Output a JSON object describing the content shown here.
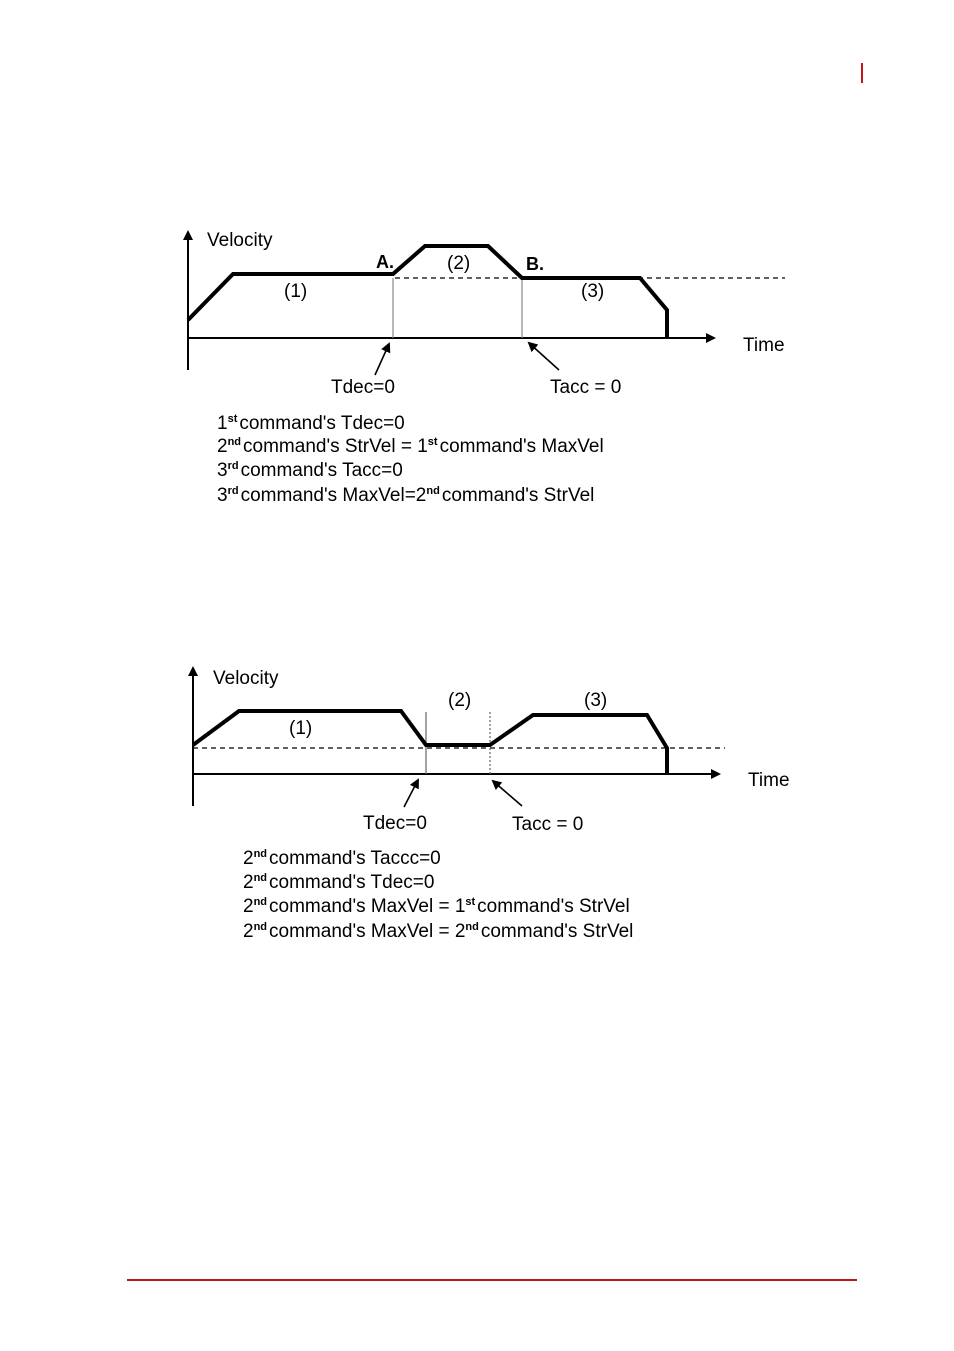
{
  "colors": {
    "accent": "#c0161b",
    "ink": "#000000"
  },
  "diagram1": {
    "y_axis_label": "Velocity",
    "x_axis_label": "Time",
    "segments": [
      "(1)",
      "(2)",
      "(3)"
    ],
    "point_a": "A.",
    "point_b": "B.",
    "tdec_label": "Tdec=0",
    "tacc_label": "Tacc = 0",
    "notes": [
      {
        "n": "1",
        "sup": "st",
        "text": "command's Tdec=0"
      },
      {
        "n": "2",
        "sup": "nd",
        "text": "command's StrVel = 1",
        "sup2": "st",
        "text2": "command's MaxVel"
      },
      {
        "n": "3",
        "sup": "rd",
        "text": "command's Tacc=0"
      },
      {
        "n": "3",
        "sup": "rd",
        "text": "command's MaxVel=2",
        "sup2": "nd",
        "text2": "command's StrVel"
      }
    ]
  },
  "diagram2": {
    "y_axis_label": "Velocity",
    "x_axis_label": "Time",
    "segments": [
      "(1)",
      "(2)",
      "(3)"
    ],
    "tdec_label": "Tdec=0",
    "tacc_label": "Tacc = 0",
    "notes": [
      {
        "n": "2",
        "sup": "nd",
        "text": "command's Taccc=0"
      },
      {
        "n": "2",
        "sup": "nd",
        "text": "command's Tdec=0"
      },
      {
        "n": "2",
        "sup": "nd",
        "text": "command's MaxVel = 1",
        "sup2": "st",
        "text2": "command's StrVel"
      },
      {
        "n": "2",
        "sup": "nd",
        "text": "command's MaxVel = 2",
        "sup2": "nd",
        "text2": "command's StrVel"
      }
    ]
  }
}
